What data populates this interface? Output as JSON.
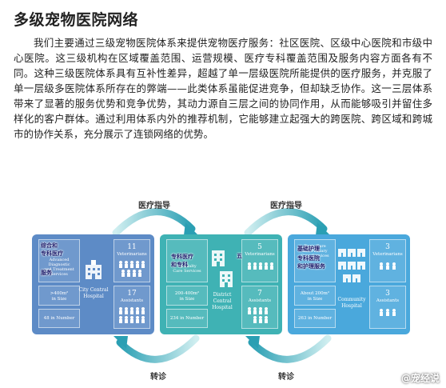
{
  "title": "多级宠物医院网络",
  "paragraph": "我们主要通过三级宠物医院体系来提供宠物医疗服务：社区医院、区级中心医院和市级中心医院。这三级机构在区域覆盖范围、运营规模、医疗专科覆盖范围及服务内容方面各有不同。这种三级医院体系具有互补性差异，超越了单一层级医院所能提供的医疗服务，并克服了单一层级多医院体系所存在的弊端——此类体系虽能促进竞争，但却缺乏协作。这一三层体系带来了显著的服务优势和竞争优势，其动力源自三层之间的协同作用，从而能够吸引并留住多样化的客户群体。通过利用体系内外的推荐机制，它能够建立起强大的跨医院、跨区域和跨城市的协作关系，充分展示了连锁网络的优势。",
  "diagram": {
    "top_arrow_label_1": "医疗指导",
    "top_arrow_label_2": "医疗指导",
    "bottom_arrow_label_1": "转诊",
    "bottom_arrow_label_2": "转诊",
    "panels": [
      {
        "name": "City Central Hospital",
        "hospital_label": "City Central\nHospital",
        "overlay_text": [
          "综合和",
          "专科医疗",
          "服务"
        ],
        "box_tl_text": "Advanced Diagnostic\nand Treatment\nServices",
        "box_tl_overlay": "综合和",
        "box_tr_count": "11",
        "box_tr_caption": "Veterinarians",
        "box_ml_text": ">400m²\nin Size",
        "box_bl_text": "48 in Number",
        "box_br_count": "17",
        "box_br_caption": "Assistants"
      },
      {
        "name": "District Central Hospital",
        "hospital_label": "District\nCentral\nHospital",
        "overlay_text": [
          "专科医疗",
          "和专科"
        ],
        "box_tl_text": "Specialty\nCare Services",
        "box_tr_count": "5",
        "box_tr_caption": "Veterinarians",
        "box_ml_text": "200-400m²\nin Size",
        "box_bl_text": "234 in Number",
        "box_br_count": "7",
        "box_br_caption": "Assistants"
      },
      {
        "name": "Community Hospital",
        "hospital_label": "Community\nHospital",
        "overlay_text": [
          "基础护理",
          "专科医院",
          "和护理服务"
        ],
        "box_tl_text": "Basic Care\nand Primary\nCare Services",
        "box_tr_count": "3",
        "box_tr_caption": "Veterinarians",
        "box_ml_text": "About 200m²\nin Size",
        "box_bl_text": "263 in Number",
        "box_br_count": "3",
        "box_br_caption": "Assistants"
      }
    ],
    "overlay_arrow_1": "五",
    "overlay_mid_1": "五"
  },
  "watermark": "@宠经说",
  "colors": {
    "panel1": "#5d8bc6",
    "panel2": "#3fb2b4",
    "panel3": "#4aa8dc",
    "arrow": "#3aa6b8"
  }
}
